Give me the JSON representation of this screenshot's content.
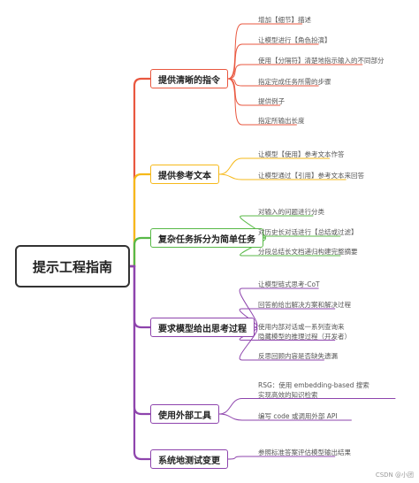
{
  "root": {
    "label": "提示工程指南"
  },
  "branches": [
    {
      "label": "提供清晰的指令",
      "color": "#e9573f",
      "leaves": [
        "增加【细节】描述",
        "让模型进行【角色扮演】",
        "使用【分隔符】清楚地指示输入的不同部分",
        "指定完成任务所需的步骤",
        "提供例子",
        "指定所输出长度"
      ]
    },
    {
      "label": "提供参考文本",
      "color": "#f6b91a",
      "leaves": [
        "让模型【使用】参考文本作答",
        "让模型通过【引用】参考文本来回答"
      ]
    },
    {
      "label": "复杂任务拆分为简单任务",
      "color": "#58b947",
      "leaves": [
        "对输入的问题进行分类",
        "对历史长对话进行【总结或过滤】",
        "分段总结长文档递归构建完整摘要"
      ]
    },
    {
      "label": "要求模型给出思考过程",
      "color": "#8e44ad",
      "leaves": [
        "让模型链式思考-CoT",
        "回答前给出解决方案和解决过程",
        "使用内部对话或一系列查询来\n隐藏模型的推理过程（开发者）",
        "反思回顾内容是否缺失遗漏"
      ]
    },
    {
      "label": "使用外部工具",
      "color": "#8e44ad",
      "leaves": [
        "RSG：使用 embedding-based 搜索\n实现高效的知识检索",
        "编写 code 或调用外部 API"
      ]
    },
    {
      "label": "系统地测试变更",
      "color": "#8e44ad",
      "leaves": [
        "参照标准答案评估模型输出结果"
      ]
    }
  ],
  "watermark": "CSDN @小团"
}
